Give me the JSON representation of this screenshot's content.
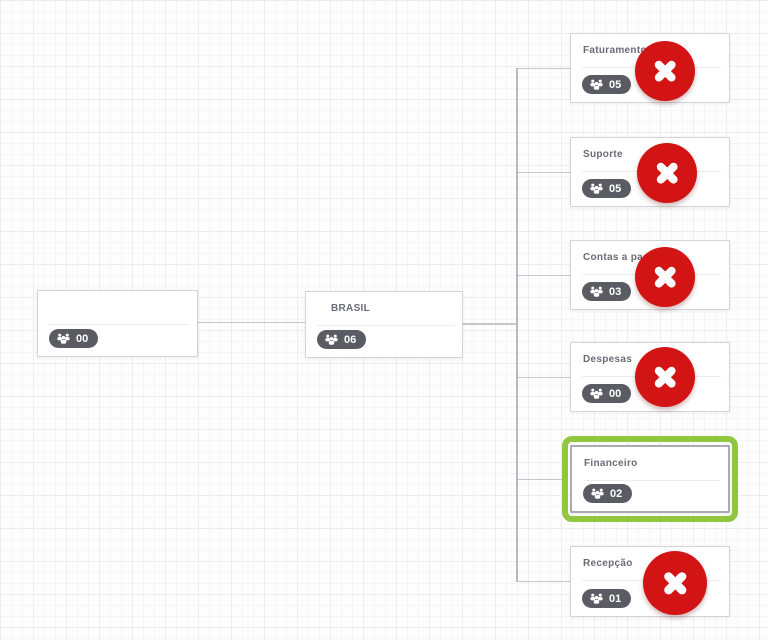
{
  "app": {
    "view_label": "organization chart canvas"
  },
  "colors": {
    "delete_red": "#d31414",
    "selection_green": "#90c73e",
    "badge_gray": "#5b5b64",
    "connector_gray": "#bcbcc4"
  },
  "nodes": [
    {
      "id": "root",
      "title": "",
      "member_count": "00",
      "deletable": false,
      "selected": false
    },
    {
      "id": "brasil",
      "title": "BRASIL",
      "member_count": "06",
      "deletable": false,
      "selected": false
    },
    {
      "id": "faturamento",
      "title": "Faturamento",
      "member_count": "05",
      "deletable": true,
      "selected": false
    },
    {
      "id": "suporte",
      "title": "Suporte",
      "member_count": "05",
      "deletable": true,
      "selected": false
    },
    {
      "id": "contas-a-pagar",
      "title": "Contas a pagar",
      "member_count": "03",
      "deletable": true,
      "selected": false
    },
    {
      "id": "despesas",
      "title": "Despesas",
      "member_count": "00",
      "deletable": true,
      "selected": false
    },
    {
      "id": "financeiro",
      "title": "Financeiro",
      "member_count": "02",
      "deletable": false,
      "selected": true
    },
    {
      "id": "recepcao",
      "title": "Recepção",
      "member_count": "01",
      "deletable": true,
      "selected": false
    }
  ]
}
